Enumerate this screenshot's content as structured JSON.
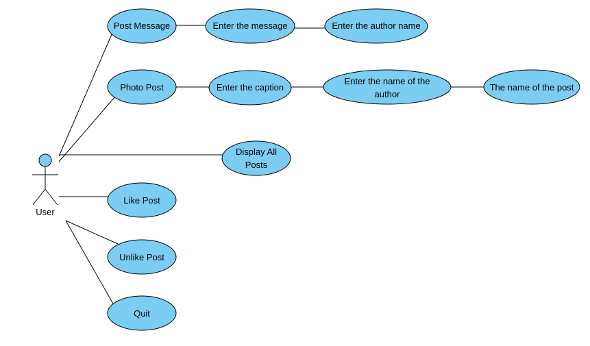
{
  "actor": {
    "label": "User"
  },
  "use_cases": {
    "post_message": "Post Message",
    "enter_message": "Enter the message",
    "enter_author_name": "Enter the author name",
    "photo_post": "Photo Post",
    "enter_caption": "Enter the caption",
    "enter_name_of_author_line1": "Enter the name of the",
    "enter_name_of_author_line2": "author",
    "name_of_post": "The name of the post",
    "display_all_posts_line1": "Display All",
    "display_all_posts_line2": "Posts",
    "like_post": "Like Post",
    "unlike_post": "Unlike Post",
    "quit": "Quit"
  },
  "colors": {
    "use_case_fill": "#7ccdf4",
    "stroke": "#000000"
  }
}
